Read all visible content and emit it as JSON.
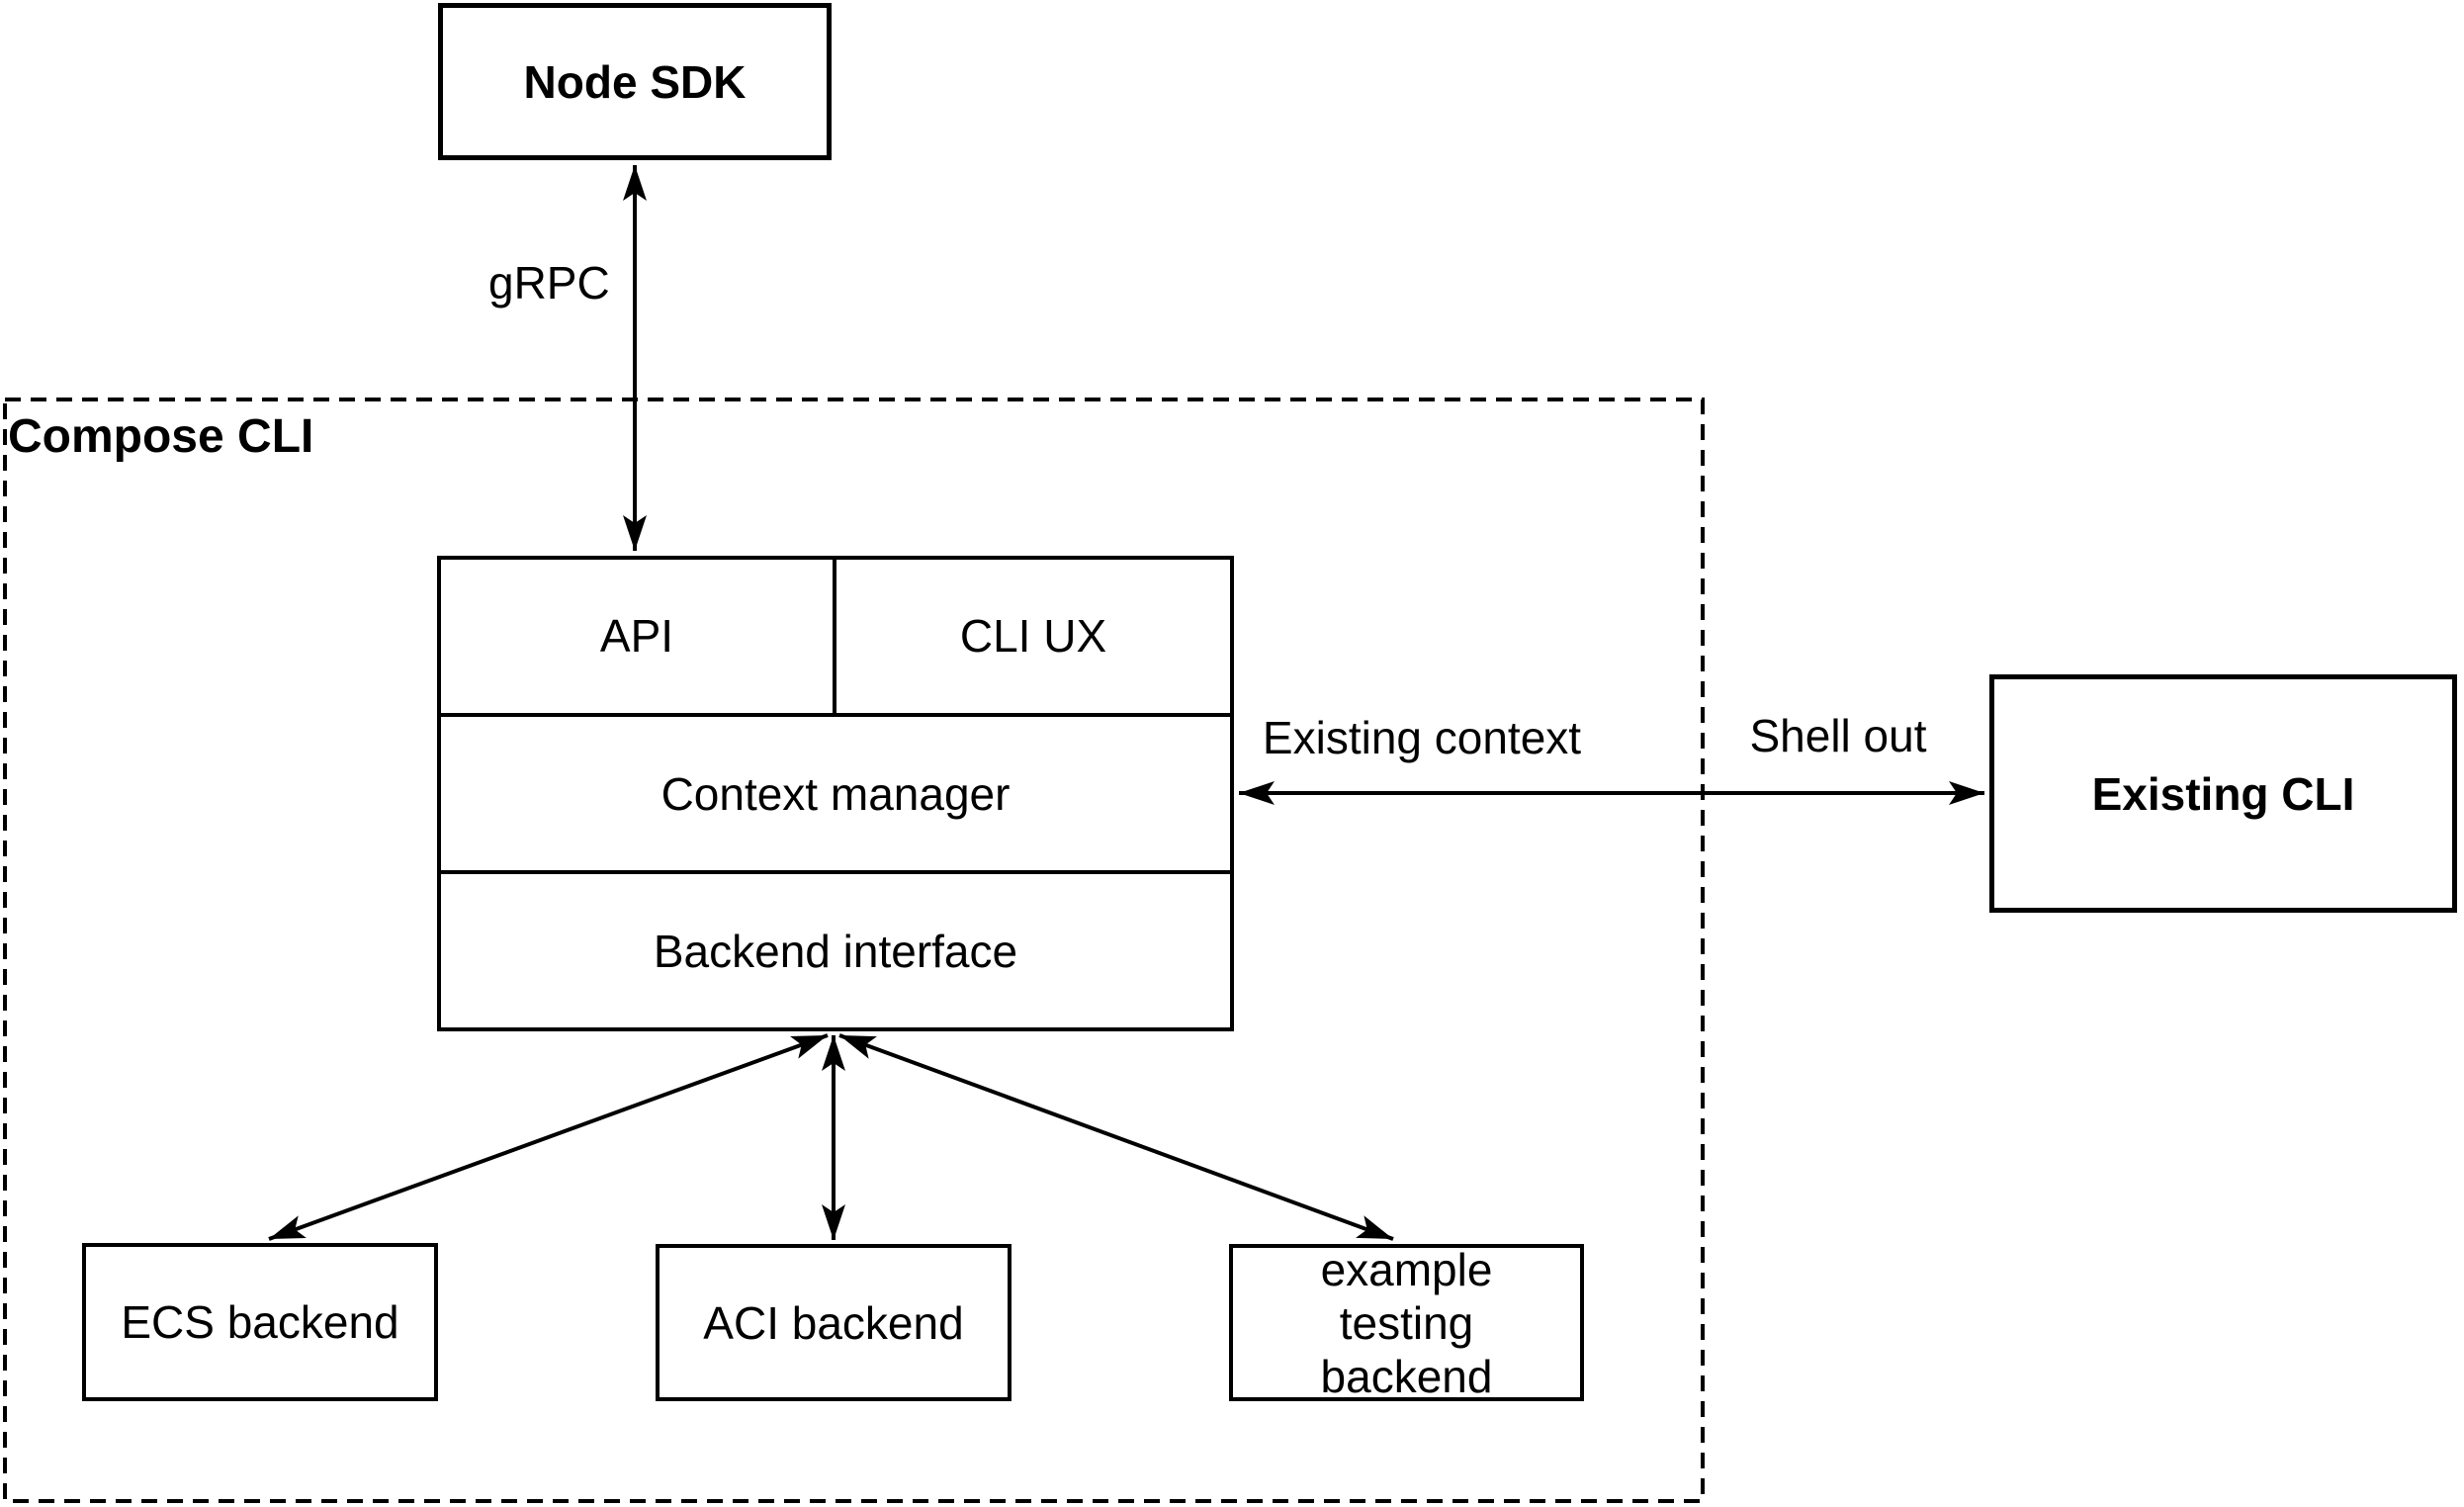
{
  "diagram": {
    "container": {
      "label": "Compose CLI"
    },
    "nodes": {
      "node_sdk": {
        "label": "Node SDK"
      },
      "api": {
        "label": "API"
      },
      "cli_ux": {
        "label": "CLI UX"
      },
      "context_manager": {
        "label": "Context manager"
      },
      "backend_interface": {
        "label": "Backend interface"
      },
      "existing_cli": {
        "label": "Existing CLI"
      },
      "ecs_backend": {
        "label": "ECS backend"
      },
      "aci_backend": {
        "label": "ACI backend"
      },
      "example_testing_backend": {
        "label": "example testing backend"
      }
    },
    "edge_labels": {
      "grpc": "gRPC",
      "existing_context": "Existing context",
      "shell_out": "Shell out"
    },
    "colors": {
      "stroke": "#000000",
      "fill": "#ffffff",
      "background": "#ffffff"
    }
  }
}
